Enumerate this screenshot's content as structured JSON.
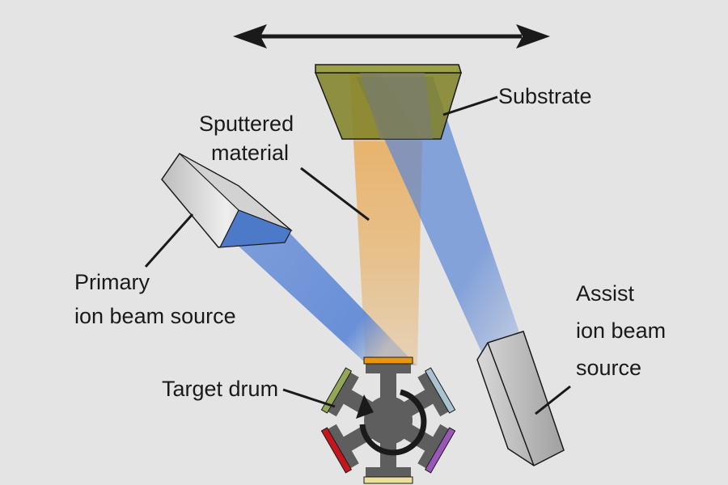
{
  "diagram": {
    "title": "Ion beam sputter deposition",
    "labels": {
      "substrate": "Substrate",
      "sputtered_line1": "Sputtered",
      "sputtered_line2": "material",
      "primary_line1": "Primary",
      "primary_line2": "ion beam source",
      "assist_line1": "Assist",
      "assist_line2": "ion beam",
      "assist_line3": "source",
      "target": "Target drum"
    },
    "colors": {
      "background": "#e4e4e4",
      "substrate": "#7f8023",
      "substrate_top": "#9aa045",
      "ion_beam": "#5b86d6",
      "sputter_beam": "#e9a850",
      "drum_body": "#5e5e5e",
      "target_top": "#e8960f",
      "target_upper_right": "#a9c3d0",
      "target_lower_right": "#9a57b8",
      "target_bottom": "#ecdf9b",
      "target_lower_left": "#c4161c",
      "target_upper_left": "#93a857"
    }
  }
}
